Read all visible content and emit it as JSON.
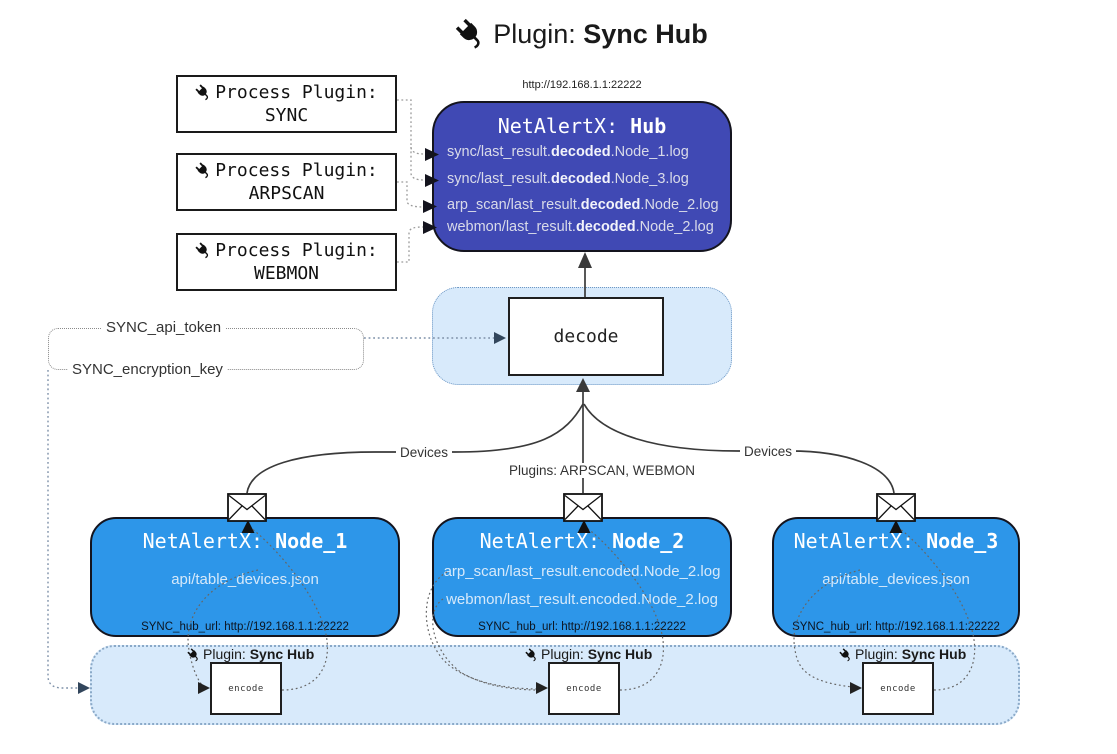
{
  "title": {
    "prefix": "Plugin: ",
    "bold": "Sync Hub"
  },
  "process_plugins": [
    {
      "label": "Process Plugin:",
      "name": "SYNC"
    },
    {
      "label": "Process Plugin:",
      "name": "ARPSCAN"
    },
    {
      "label": "Process Plugin:",
      "name": "WEBMON"
    }
  ],
  "hub": {
    "url": "http://192.168.1.1:22222",
    "title_prefix": "NetAlertX: ",
    "title_bold": "Hub",
    "lines": [
      {
        "pre": "sync/last_result.",
        "bold": "decoded",
        "post": ".Node_1.log"
      },
      {
        "pre": "sync/last_result.",
        "bold": "decoded",
        "post": ".Node_3.log"
      },
      {
        "pre": "arp_scan/last_result.",
        "bold": "decoded",
        "post": ".Node_2.log"
      },
      {
        "pre": "webmon/last_result.",
        "bold": "decoded",
        "post": ".Node_2.log"
      }
    ]
  },
  "decode": {
    "label": "decode"
  },
  "settings": {
    "api_token": "SYNC_api_token",
    "encryption_key": "SYNC_encryption_key"
  },
  "edges": {
    "devices_left": "Devices",
    "devices_right": "Devices",
    "plugins_center": "Plugins: ARPSCAN, WEBMON"
  },
  "nodes": [
    {
      "title_prefix": "NetAlertX: ",
      "title_bold": "Node_1",
      "lines": [
        "api/table_devices.json"
      ],
      "hub_url": "SYNC_hub_url: http://192.168.1.1:22222"
    },
    {
      "title_prefix": "NetAlertX: ",
      "title_bold": "Node_2",
      "lines": [
        "arp_scan/last_result.encoded.Node_2.log",
        "webmon/last_result.encoded.Node_2.log"
      ],
      "hub_url": "SYNC_hub_url: http://192.168.1.1:22222"
    },
    {
      "title_prefix": "NetAlertX: ",
      "title_bold": "Node_3",
      "lines": [
        "api/table_devices.json"
      ],
      "hub_url": "SYNC_hub_url: http://192.168.1.1:22222"
    }
  ],
  "band": {
    "plugin_prefix": "Plugin: ",
    "plugin_bold": "Sync Hub",
    "encode_label": "encode"
  },
  "colors": {
    "hub_bg": "#4049b4",
    "node_bg": "#2d96e9",
    "panel_bg": "#d8eafb",
    "hub_text": "#d9dbe9",
    "node_text": "#d6e9fa",
    "line": "#3a3a3a"
  }
}
